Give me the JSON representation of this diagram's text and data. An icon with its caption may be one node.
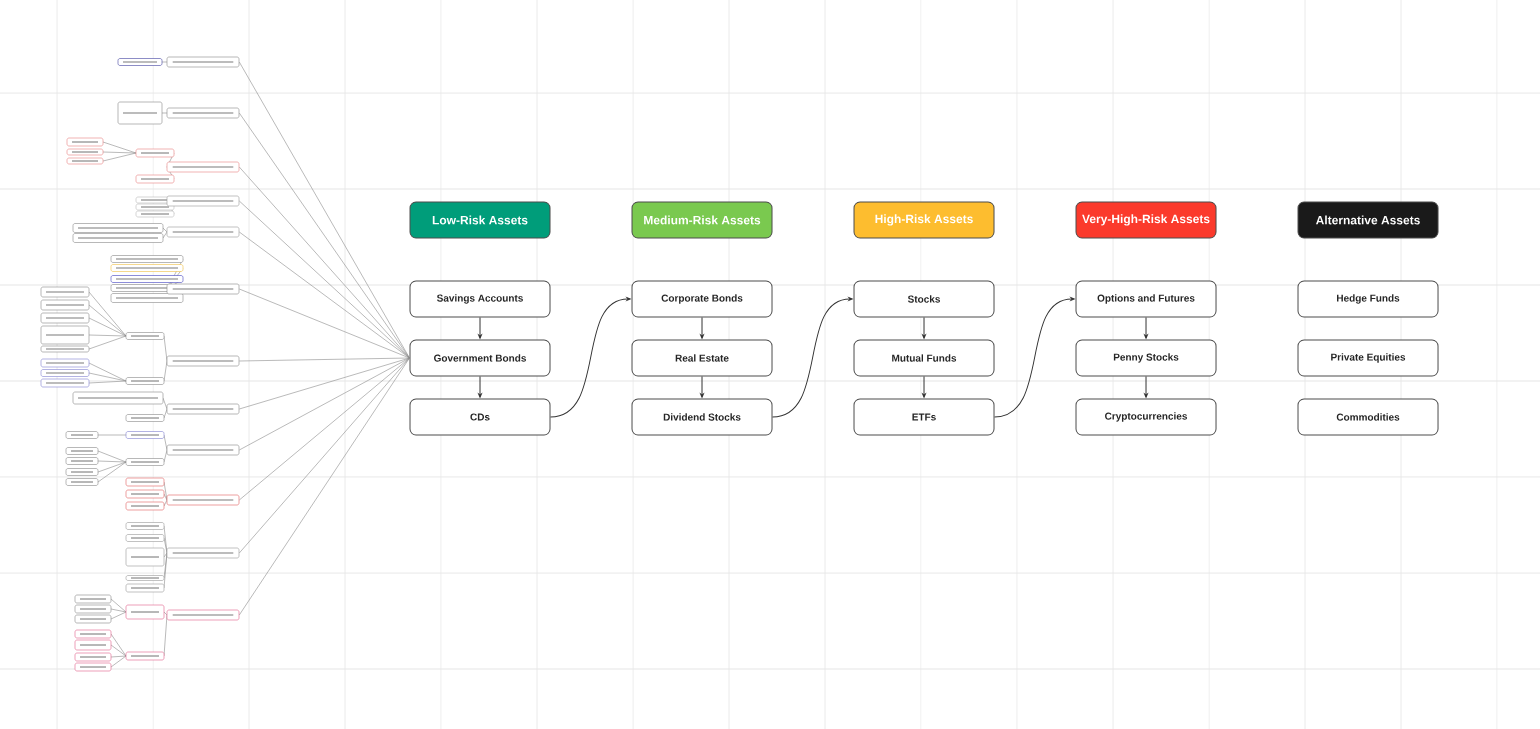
{
  "diagram": {
    "nodes": [
      {
        "text": [
          "Low-Risk Assets"
        ]
      },
      {
        "text": [
          "Medium-Risk Assets"
        ]
      },
      {
        "text": [
          "High-Risk Assets"
        ]
      },
      {
        "text": [
          "Very-High-Risk Assets"
        ]
      },
      {
        "text": [
          "Alternative Assets"
        ]
      },
      {
        "text": [
          "Savings Accounts"
        ]
      },
      {
        "text": [
          "Government Bonds"
        ]
      },
      {
        "text": [
          "CDs"
        ]
      },
      {
        "text": [
          "Corporate Bonds"
        ]
      },
      {
        "text": [
          "Real Estate"
        ]
      },
      {
        "text": [
          "Dividend Stocks"
        ]
      },
      {
        "text": [
          "Stocks"
        ]
      },
      {
        "text": [
          "Mutual Funds"
        ]
      },
      {
        "text": [
          "ETFs"
        ]
      },
      {
        "text": [
          "Options and Futures"
        ]
      },
      {
        "text": [
          "Penny Stocks"
        ]
      },
      {
        "text": [
          "Cryptocurrencies"
        ]
      },
      {
        "text": [
          "Hedge Funds"
        ]
      },
      {
        "text": [
          "Private Equities"
        ]
      },
      {
        "text": [
          "Commodities"
        ]
      },
      {
        "text": [],
        "shape": "box"
      },
      {
        "text": [],
        "shape": "box"
      },
      {
        "text": [],
        "shape": "box"
      },
      {
        "text": [],
        "shape": "box"
      },
      {
        "text": [],
        "shape": "box"
      },
      {
        "text": [],
        "shape": "box"
      },
      {
        "text": [],
        "shape": "box"
      },
      {
        "text": [],
        "shape": "box"
      },
      {
        "text": [],
        "shape": "box"
      },
      {
        "text": [],
        "shape": "box"
      },
      {
        "text": [],
        "shape": "box"
      },
      {
        "text": [],
        "shape": "box"
      }
    ],
    "edges": [
      {
        "from": 5,
        "to": 6,
        "arrow": "to",
        "color": "#333333"
      },
      {
        "from": 6,
        "to": 7,
        "arrow": "to",
        "color": "#333333"
      },
      {
        "from": 7,
        "to": 8,
        "arrow": "to",
        "color": "#333333"
      },
      {
        "from": 8,
        "to": 9,
        "arrow": "to",
        "color": "#333333"
      },
      {
        "from": 9,
        "to": 10,
        "arrow": "to",
        "color": "#333333"
      },
      {
        "from": 10,
        "to": 11,
        "arrow": "to",
        "color": "#333333"
      },
      {
        "from": 11,
        "to": 12,
        "arrow": "to",
        "color": "#333333"
      },
      {
        "from": 12,
        "to": 13,
        "arrow": "to",
        "color": "#333333"
      },
      {
        "from": 13,
        "to": 14,
        "arrow": "to",
        "color": "#333333"
      },
      {
        "from": 14,
        "to": 15,
        "arrow": "to",
        "color": "#333333"
      },
      {
        "from": 15,
        "to": 16,
        "arrow": "to",
        "color": "#333333"
      },
      {
        "from": 20,
        "to": 6,
        "arrow": "none"
      },
      {
        "from": 21,
        "to": 6,
        "arrow": "none"
      },
      {
        "from": 22,
        "to": 6,
        "arrow": "none"
      },
      {
        "from": 23,
        "to": 6,
        "arrow": "none"
      },
      {
        "from": 24,
        "to": 6,
        "arrow": "none"
      },
      {
        "from": 25,
        "to": 6,
        "arrow": "none"
      },
      {
        "from": 26,
        "to": 6,
        "arrow": "none"
      },
      {
        "from": 27,
        "to": 6,
        "arrow": "none"
      },
      {
        "from": 28,
        "to": 6,
        "arrow": "none"
      },
      {
        "from": 29,
        "to": 6,
        "arrow": "none"
      },
      {
        "from": 30,
        "to": 6,
        "arrow": "none"
      },
      {
        "from": 31,
        "to": 6,
        "arrow": "none"
      }
    ]
  }
}
